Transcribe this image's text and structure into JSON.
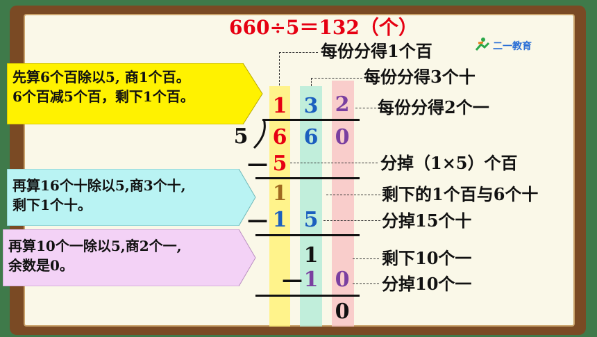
{
  "title": "660÷5＝132（个）",
  "logo_text": "二一教育",
  "divisor": "5",
  "quotient_digits": [
    "1",
    "3",
    "2"
  ],
  "dividend_digits": [
    "6",
    "6",
    "0"
  ],
  "step_rows": {
    "sub1": "5",
    "rem1": "1",
    "sub2": [
      "1",
      "5"
    ],
    "rem2": "1",
    "sub3": [
      "1",
      "0"
    ],
    "final": "0",
    "minus": "—"
  },
  "annotations": {
    "q_hundreds": "每份分得1个百",
    "q_tens": "每份分得3个十",
    "q_ones": "每份分得2个一",
    "remove_hundreds": "分掉（1×5）个百",
    "left_hundred_tens": "剩下的1个百与6个十",
    "remove_tens": "分掉15个十",
    "left_ones": "剩下10个一",
    "remove_ones": "分掉10个一"
  },
  "callouts": {
    "step1_line1": "先算6个百除以5, 商1个百。",
    "step1_line2": "6个百减5个百，剩下1个百。",
    "step2_line1": "再算16个十除以5,商3个十,",
    "step2_line2": "剩下1个十。",
    "step3_line1": "再算10个一除以5,商2个一,",
    "step3_line2": "余数是0。"
  },
  "colors": {
    "red": "#e60012",
    "blue": "#1b5fbf",
    "purple": "#7a3fa0",
    "yellow_band": "#fff27a",
    "green_band": "#b6ecd8",
    "pink_band": "#f8c6c6",
    "callout_yellow": "#fff200",
    "callout_cyan": "#b9f3f3",
    "callout_pink": "#f3d2f6"
  }
}
